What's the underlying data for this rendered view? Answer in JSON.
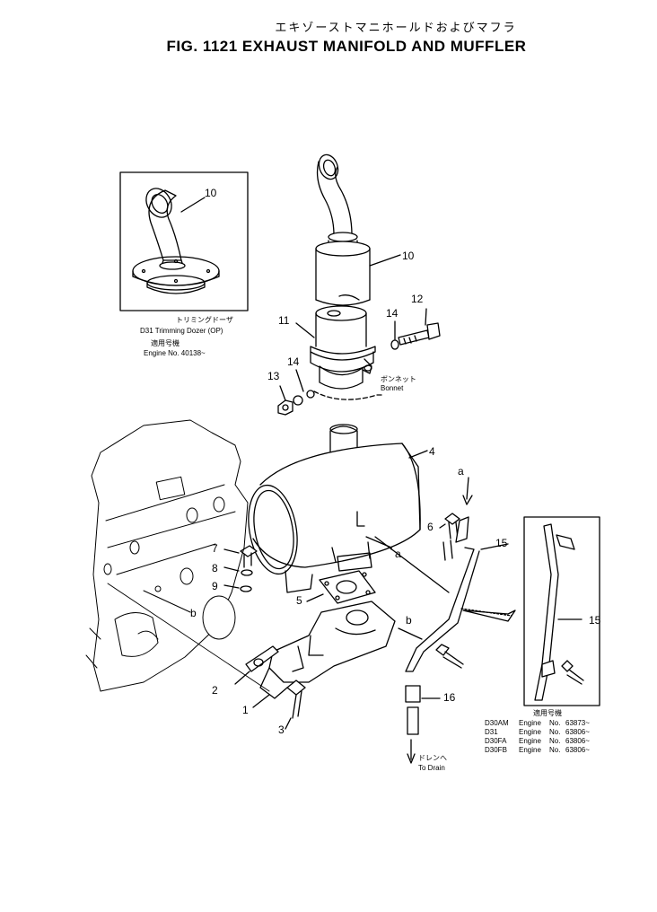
{
  "title": {
    "japanese": "エキゾーストマニホールドおよびマフラ",
    "english": "FIG. 1121  EXHAUST MANIFOLD AND MUFFLER"
  },
  "inset_trimming_dozer": {
    "label_jp": "トリミングドーザ",
    "label_en": "D31   Trimming  Dozer (OP)",
    "serial_jp": "適用号機",
    "serial_en": "Engine  No.  40138~"
  },
  "bonnet": {
    "label_jp": "ボンネット",
    "label_en": "Bonnet"
  },
  "drain": {
    "label_jp": "ドレンへ",
    "label_en": "To Drain"
  },
  "inset_pipe_serials": {
    "label_jp": "適用号機",
    "rows": [
      {
        "model": "D30AM",
        "engine": "Engine",
        "no": "No.",
        "serial": "63873~"
      },
      {
        "model": "D31",
        "engine": "Engine",
        "no": "No.",
        "serial": "63806~"
      },
      {
        "model": "D30FA",
        "engine": "Engine",
        "no": "No.",
        "serial": "63806~"
      },
      {
        "model": "D30FB",
        "engine": "Engine",
        "no": "No.",
        "serial": "63806~"
      }
    ]
  },
  "callouts": {
    "n1": "1",
    "n2": "2",
    "n3": "3",
    "n4": "4",
    "n5": "5",
    "n6": "6",
    "n7": "7",
    "n8": "8",
    "n9": "9",
    "n10_inset": "10",
    "n10": "10",
    "n11": "11",
    "n12": "12",
    "n13": "13",
    "n14a": "14",
    "n14b": "14",
    "n15": "15",
    "n15_inset": "15",
    "n16": "16",
    "a1": "a",
    "a2": "a",
    "b1": "b",
    "b2": "b"
  }
}
